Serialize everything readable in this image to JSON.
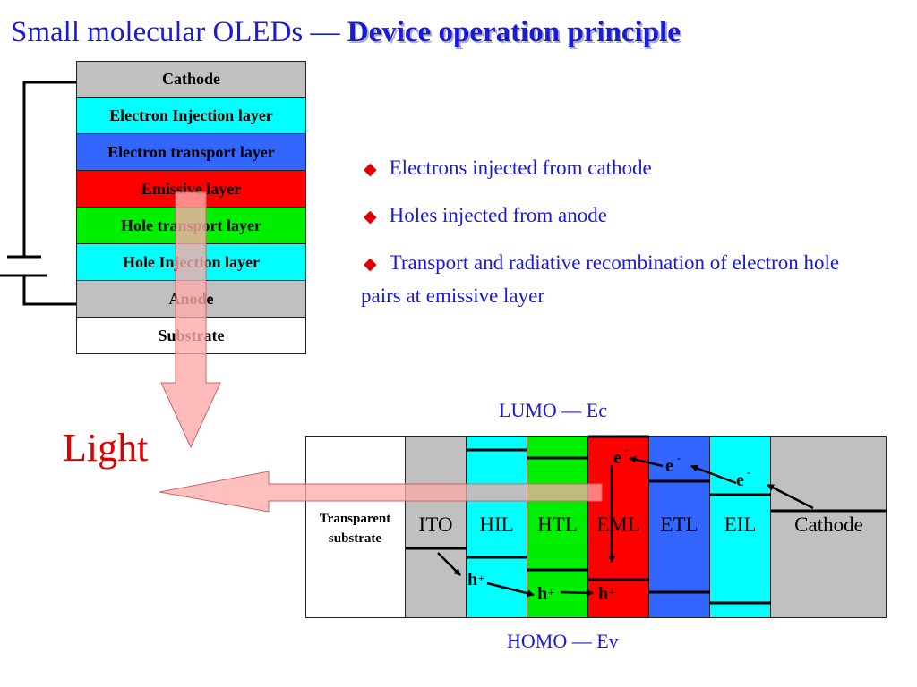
{
  "title": {
    "prefix": "Small molecular OLEDs — ",
    "emphasis": "Device operation principle"
  },
  "stack_layers": [
    {
      "label": "Cathode",
      "color": "#c0c0c0"
    },
    {
      "label": "Electron Injection layer",
      "color": "#00ffff"
    },
    {
      "label": "Electron transport layer",
      "color": "#3366ff"
    },
    {
      "label": "Emissive layer",
      "color": "#ff0000"
    },
    {
      "label": "Hole transport layer",
      "color": "#00ee00"
    },
    {
      "label": "Hole Injection layer",
      "color": "#00ffff"
    },
    {
      "label": "Anode",
      "color": "#c0c0c0"
    },
    {
      "label": "Substrate",
      "color": "#ffffff"
    }
  ],
  "bullets": [
    "Electrons injected from cathode",
    "Holes injected from anode",
    "Transport and radiative recombination of electron hole pairs at emissive layer"
  ],
  "light_label": "Light",
  "lumo_label": "LUMO — Ec",
  "homo_label": "HOMO — Ev",
  "bands": [
    {
      "label": "Transparent substrate",
      "color": "#ffffff"
    },
    {
      "label": "ITO",
      "color": "#c0c0c0"
    },
    {
      "label": "HIL",
      "color": "#00ffff"
    },
    {
      "label": "HTL",
      "color": "#00ee00"
    },
    {
      "label": "EML",
      "color": "#ff0000"
    },
    {
      "label": "ETL",
      "color": "#3366ff"
    },
    {
      "label": "EIL",
      "color": "#00ffff"
    },
    {
      "label": "Cathode",
      "color": "#c0c0c0"
    }
  ],
  "carriers": {
    "electron_symbol": "e",
    "electron_charge": "-",
    "hole_symbol": "h",
    "hole_charge": "+"
  },
  "colors": {
    "title": "#1a1adc",
    "accent": "#e00000",
    "arrow_fill": "#ffb0b0"
  }
}
